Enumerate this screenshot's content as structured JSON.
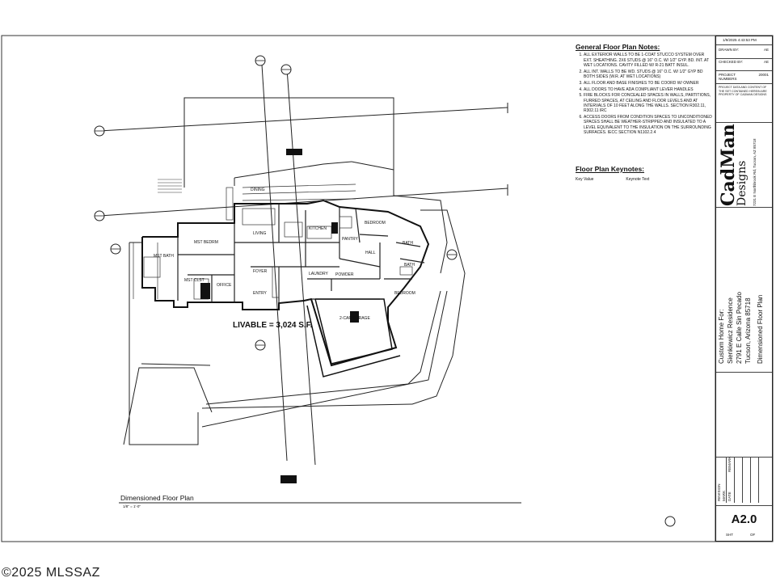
{
  "sheet": {
    "timestamp": "1/9/2025 4:43:53 PM",
    "drawn_by_label": "DRAWN BY:",
    "drawn_by": "AE",
    "checked_by_label": "CHECKED BY:",
    "checked_by": "AE",
    "project_label": "PROJECT NUMBERS",
    "project_number": "20001",
    "copyright": "PROJECT DATA AND CONTENT OF THE SET CONTAINED HEREIN ARE PROPERTY OF CADMAN DESIGNS",
    "brand": "CadMan",
    "brand_sub": "Designs",
    "brand_contact": "7231 E Northbrook Rd, Tucson, AZ 85718",
    "project_title_1": "Custom Home For:",
    "project_title_2": "Sienkiewicz Residence",
    "project_title_3": "2791 E Calle Sin Pecado",
    "project_title_4": "Tucson, Arizona 85718",
    "project_title_5": "Dimensioned Floor Plan",
    "revision_label": "REVISION",
    "mark_label": "MARK",
    "date_label": "DATE",
    "remark_label": "REMARK",
    "sheet_number": "A2.0",
    "sht_label": "SHT",
    "of_label": "OF"
  },
  "notes": {
    "title": "General Floor Plan Notes:",
    "items": [
      "ALL EXTERIOR WALLS TO BE 1-COAT STUCCO SYSTEM OVER EXT. SHEATHING. 2X6 STUDS @ 16\" O.C. W/ 1/2\" GYP. BD. INT. AT WET LOCATIONS. CAVITY FILLED W/ R-21 BATT INSUL.",
      "ALL INT. WALLS TO BE WD. STUDS @ 16\" O.C. W/ 1/2\" GYP BD BOTH SIDES (W.R. AT WET LOCATIONS)",
      "ALL FLOOR AND BASE FINISHES TO BE COORD W/ OWNER",
      "ALL DOORS TO HAVE ADA COMPLIANT LEVER HANDLES",
      "FIRE BLOCKS FOR CONCEALED SPACES IN WALLS, PARTITIONS, FURRED SPACES, AT CEILING AND FLOOR LEVELS AND AT INTERVALS OF 10 FEET ALONG THE WALLS. SECTION R302.11, R302.11 IRC",
      "ACCESS DOORS FROM CONDITION SPACES TO UNCONDITIONED SPACES SHALL BE WEATHER-STRIPPED AND INSULATED TO A LEVEL EQUIVALENT TO THE INSULATION ON THE SURROUNDING SURFACES. IECC SECTION N1102.2.4"
    ]
  },
  "keynotes": {
    "title": "Floor Plan Keynotes:",
    "col1": "Key Value",
    "col2": "Keynote Text"
  },
  "plan": {
    "livable": "LIVABLE = 3,024 S.F.",
    "title": "Dimensioned Floor Plan",
    "scale": "1/8\" = 1'-0\"",
    "rooms": {
      "mst_bedroom": "MST BEDRM",
      "mst_bath": "MST BATH",
      "mst_clst": "MST CLST",
      "office": "OFFICE",
      "foyer": "FOYER",
      "entry": "ENTRY",
      "living": "LIVING",
      "kitchen": "KITCHEN",
      "pantry": "PANTRY",
      "laundry": "LAUNDRY",
      "powder": "POWDER",
      "bedroom1": "BEDROOM",
      "bath1": "BATH",
      "bath2": "BATH",
      "bedroom2": "BEDROOM",
      "hall": "HALL",
      "garage": "2-CAR GARAGE",
      "dining": "DINING"
    }
  },
  "watermark": "©2025 MLSSAZ"
}
